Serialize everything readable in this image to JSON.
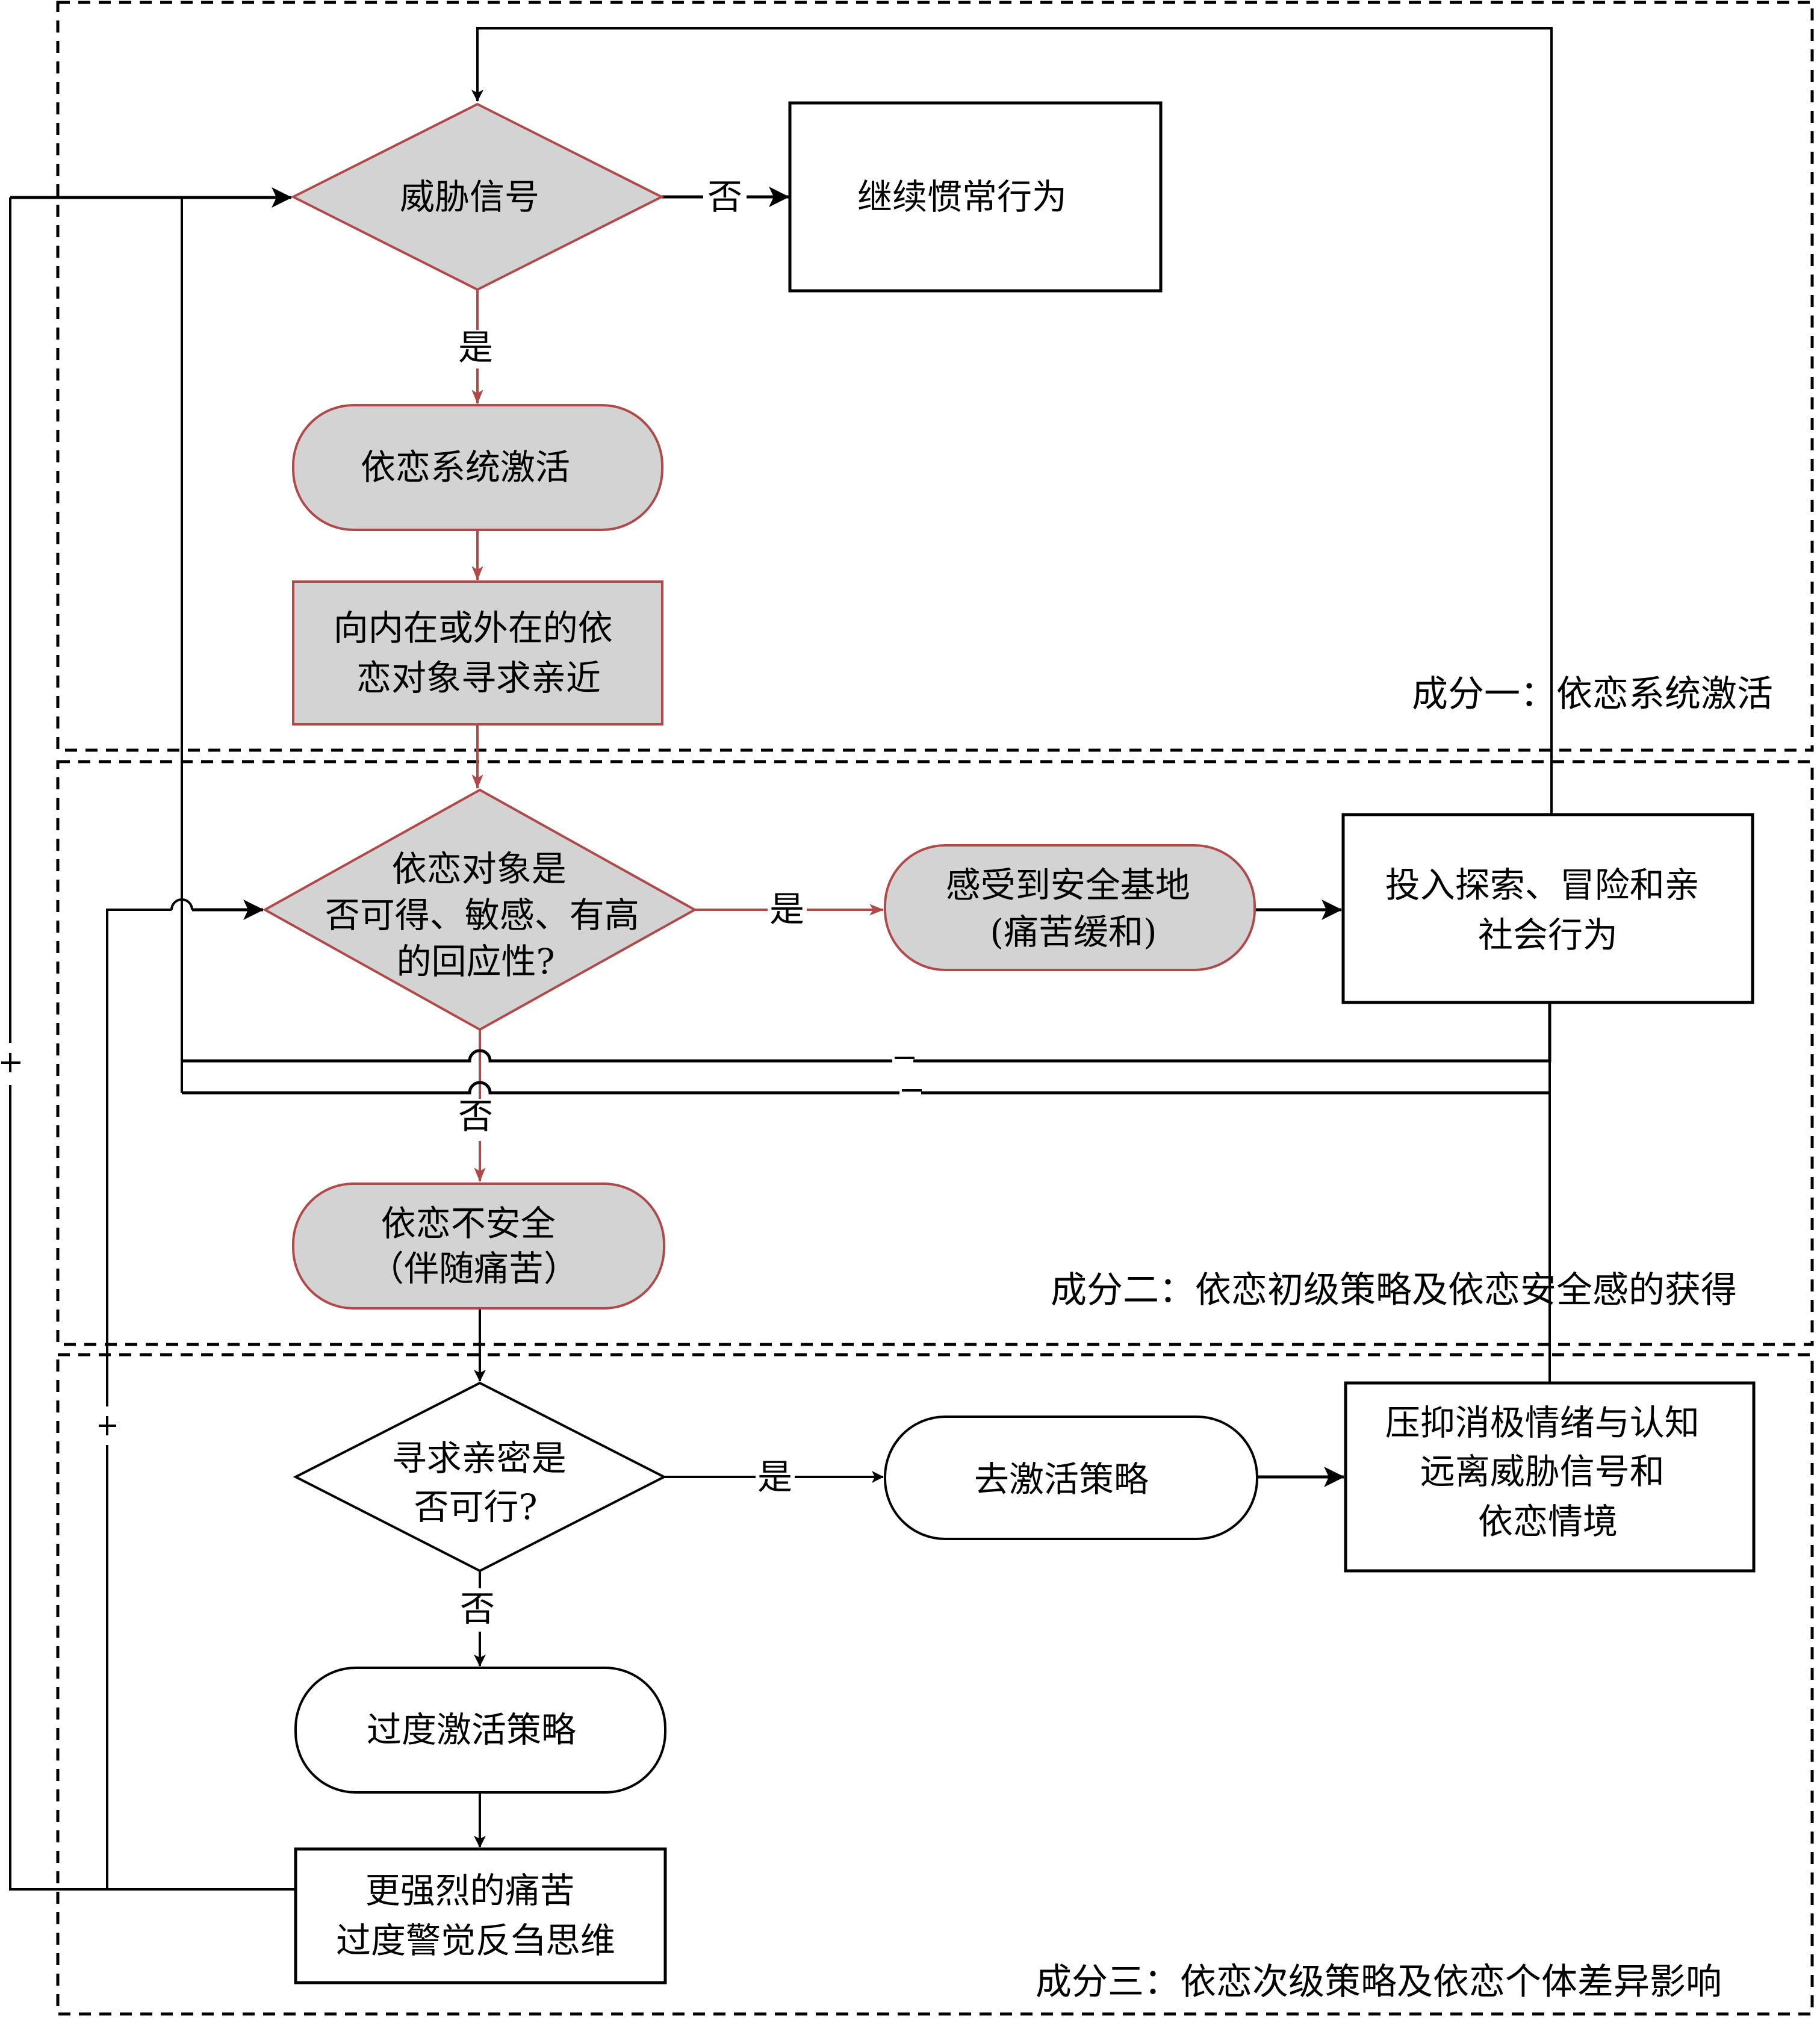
{
  "diagram": {
    "colors": {
      "highlight_fill": "#d3d3d3",
      "highlight_stroke": "#b04a4a",
      "normal_stroke": "#000000",
      "normal_fill": "#ffffff"
    },
    "regions": [
      {
        "id": "r1",
        "label": "成分一：依恋系统激活"
      },
      {
        "id": "r2",
        "label": "成分二：依恋初级策略及依恋安全感的获得"
      },
      {
        "id": "r3",
        "label": "成分三：依恋次级策略及依恋个体差异影响"
      }
    ],
    "nodes": {
      "threat": {
        "shape": "diamond",
        "style": "highlight",
        "lines": [
          "威胁信号"
        ]
      },
      "continue": {
        "shape": "rect",
        "style": "normal",
        "lines": [
          "继续惯常行为"
        ]
      },
      "activate": {
        "shape": "pill",
        "style": "highlight",
        "lines": [
          "依恋系统激活"
        ]
      },
      "seek": {
        "shape": "rect",
        "style": "highlight",
        "lines": [
          "向内在或外在的依",
          "恋对象寻求亲近"
        ]
      },
      "available": {
        "shape": "diamond",
        "style": "highlight",
        "lines": [
          "依恋对象是",
          "否可得、敏感、有高",
          "的回应性?"
        ]
      },
      "secure_base": {
        "shape": "pill",
        "style": "highlight",
        "lines": [
          "感受到安全基地",
          "(痛苦缓和)"
        ]
      },
      "explore": {
        "shape": "rect",
        "style": "normal",
        "lines": [
          "投入探索、冒险和亲",
          "社会行为"
        ]
      },
      "insecure": {
        "shape": "pill",
        "style": "highlight",
        "lines": [
          "依恋不安全",
          "（伴随痛苦）"
        ]
      },
      "proximity_viable": {
        "shape": "diamond",
        "style": "normal",
        "lines": [
          "寻求亲密是",
          "否可行?"
        ]
      },
      "deactivate": {
        "shape": "pill",
        "style": "normal",
        "lines": [
          "去激活策略"
        ]
      },
      "suppress": {
        "shape": "rect",
        "style": "normal",
        "lines": [
          "压抑消极情绪与认知",
          "远离威胁信号和",
          "依恋情境"
        ]
      },
      "hyperactivate": {
        "shape": "pill",
        "style": "normal",
        "lines": [
          "过度激活策略"
        ]
      },
      "distress": {
        "shape": "rect",
        "style": "normal",
        "lines": [
          "更强烈的痛苦",
          "过度警觉反刍思维"
        ]
      }
    },
    "edge_labels": {
      "threat_no": "否",
      "threat_yes": "是",
      "available_yes": "是",
      "available_no": "否",
      "viable_yes": "是",
      "viable_no": "否",
      "minus_upper": "−",
      "minus_lower": "−",
      "plus_outer": "+",
      "plus_inner": "+"
    }
  }
}
